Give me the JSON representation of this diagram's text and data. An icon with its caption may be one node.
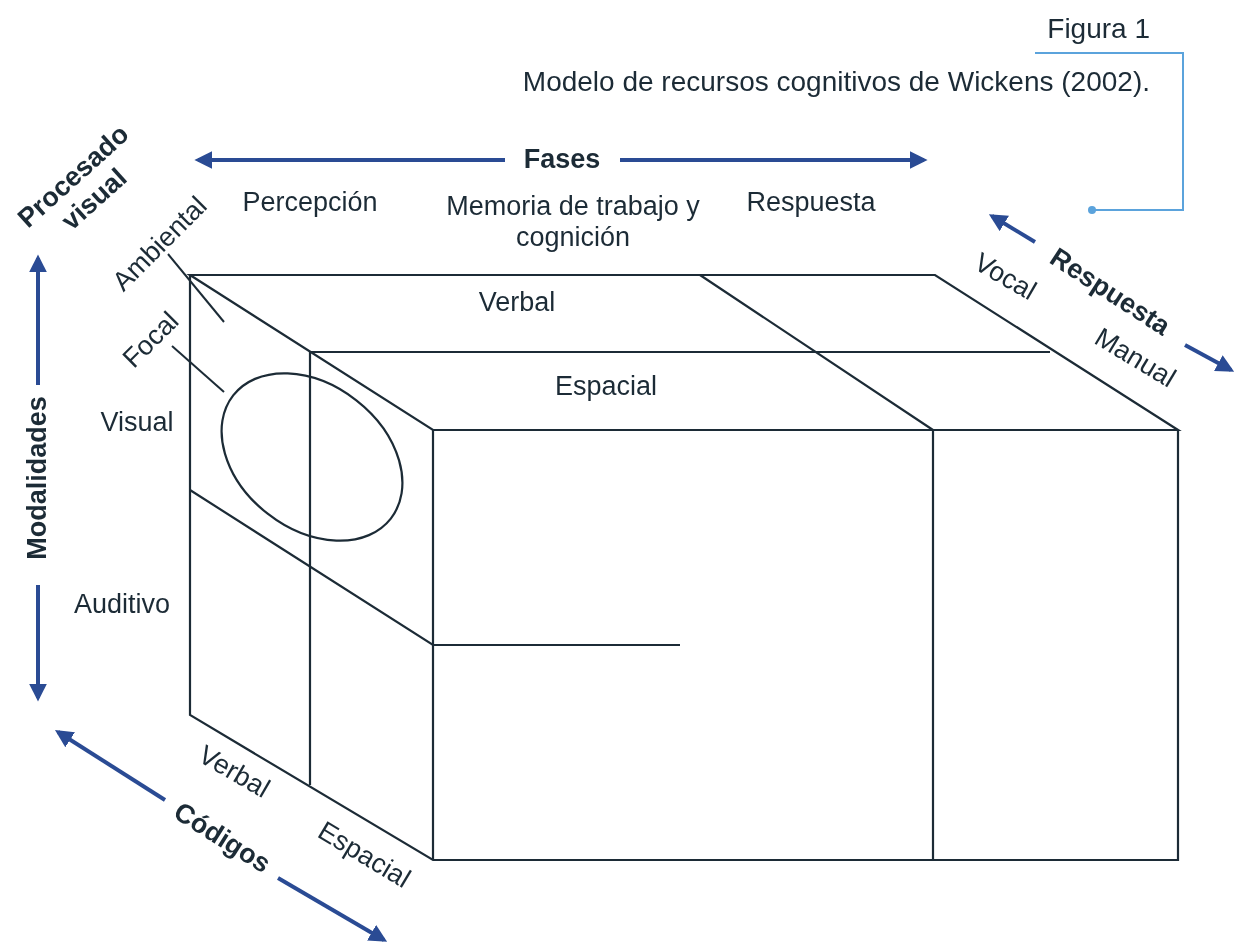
{
  "diagram": {
    "title": "Figura 1",
    "caption": "Modelo de recursos cognitivos de Wickens (2002).",
    "nodes": [
      {
        "text": [
          "Ambiental"
        ]
      },
      {
        "text": [
          "Focal"
        ]
      },
      {
        "text": [],
        "shape": "circle"
      }
    ],
    "edges": [
      {
        "from": 0,
        "to": null,
        "arrow": "none"
      },
      {
        "from": 1,
        "to": 2,
        "arrow": "none"
      }
    ],
    "labels": [
      "Fases",
      "Percepción",
      "Memoria de trabajo y cognición",
      "Respuesta",
      "Procesado visual",
      "Verbal",
      "Espacial",
      "Respuesta",
      "Vocal",
      "Manual",
      "Modalidades",
      "Visual",
      "Auditivo",
      "Verbal",
      "Espacial",
      "Códigos"
    ]
  }
}
